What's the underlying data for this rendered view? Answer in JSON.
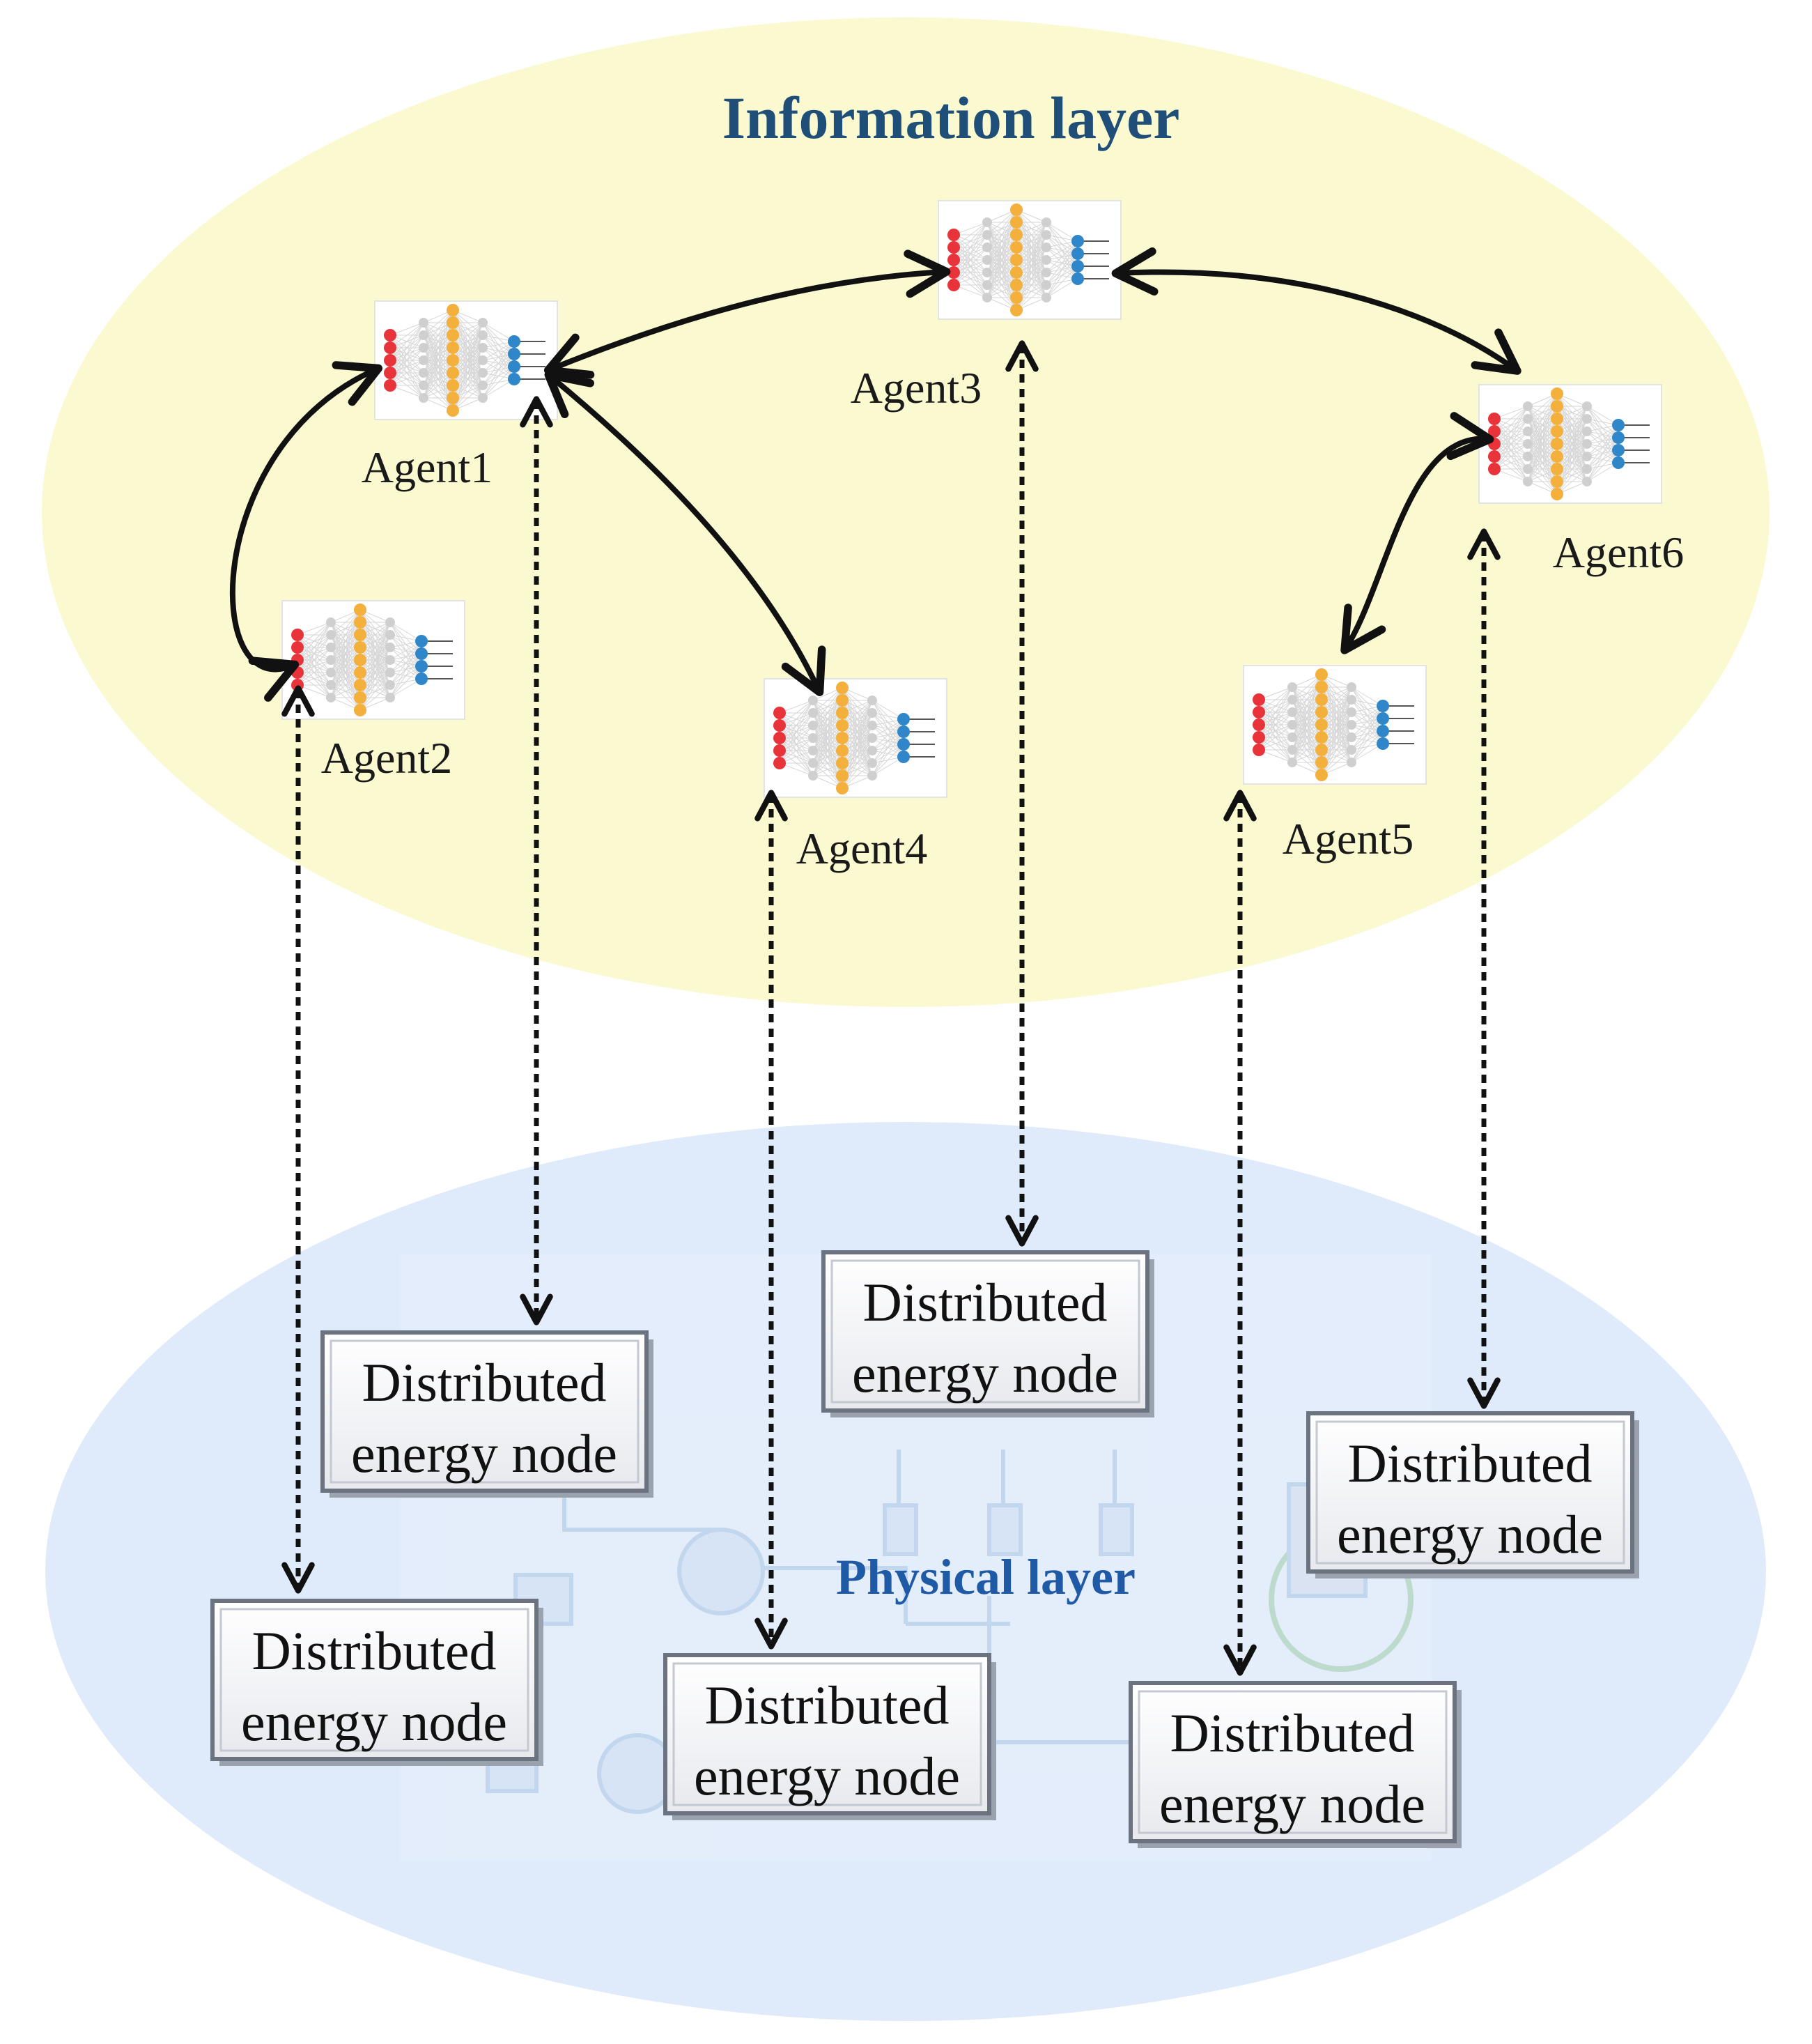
{
  "info_layer": {
    "title": "Information layer",
    "color": "#1f4e79",
    "fill": "#fbf9cf"
  },
  "physical_layer": {
    "title": "Physical layer",
    "color": "#1f5aa6",
    "fill": "#dfeafa"
  },
  "agents": [
    {
      "id": "agent1",
      "label": "Agent1"
    },
    {
      "id": "agent2",
      "label": "Agent2"
    },
    {
      "id": "agent3",
      "label": "Agent3"
    },
    {
      "id": "agent4",
      "label": "Agent4"
    },
    {
      "id": "agent5",
      "label": "Agent5"
    },
    {
      "id": "agent6",
      "label": "Agent6"
    }
  ],
  "nodes": [
    {
      "id": "node1",
      "line1": "Distributed",
      "line2": "energy node"
    },
    {
      "id": "node2",
      "line1": "Distributed",
      "line2": "energy node"
    },
    {
      "id": "node3",
      "line1": "Distributed",
      "line2": "energy node"
    },
    {
      "id": "node4",
      "line1": "Distributed",
      "line2": "energy node"
    },
    {
      "id": "node5",
      "line1": "Distributed",
      "line2": "energy node"
    },
    {
      "id": "node6",
      "line1": "Distributed",
      "line2": "energy node"
    }
  ],
  "links": [
    {
      "from": "agent1",
      "to": "agent2",
      "kind": "communication"
    },
    {
      "from": "agent1",
      "to": "agent3",
      "kind": "communication"
    },
    {
      "from": "agent1",
      "to": "agent4",
      "kind": "communication"
    },
    {
      "from": "agent3",
      "to": "agent6",
      "kind": "communication"
    },
    {
      "from": "agent5",
      "to": "agent6",
      "kind": "communication"
    },
    {
      "from": "agent1",
      "to": "node1",
      "kind": "mapping"
    },
    {
      "from": "agent2",
      "to": "node2",
      "kind": "mapping"
    },
    {
      "from": "agent3",
      "to": "node3",
      "kind": "mapping"
    },
    {
      "from": "agent4",
      "to": "node4",
      "kind": "mapping"
    },
    {
      "from": "agent5",
      "to": "node5",
      "kind": "mapping"
    },
    {
      "from": "agent6",
      "to": "node6",
      "kind": "mapping"
    }
  ],
  "colors": {
    "input_neuron": "#e8333a",
    "hidden_neuron": "#f3b03c",
    "output_neuron": "#2f86c8",
    "arrow": "#111111"
  }
}
